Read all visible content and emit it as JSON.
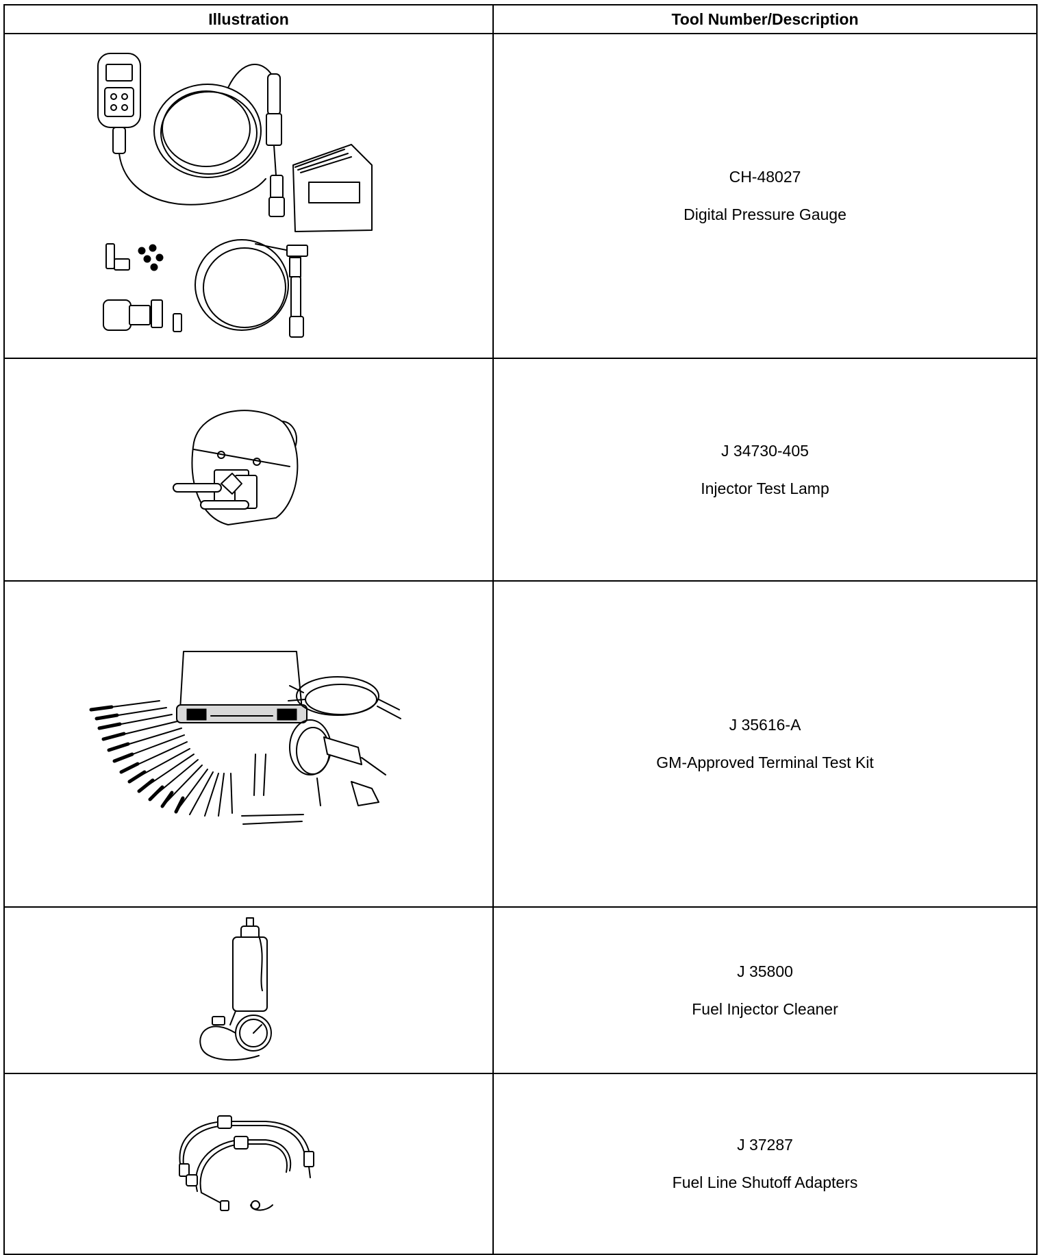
{
  "table": {
    "headers": {
      "illustration": "Illustration",
      "tool": "Tool Number/Description"
    },
    "rows": [
      {
        "number": "CH-48027",
        "description": "Digital Pressure Gauge",
        "icon": "digital-pressure-gauge-kit-icon"
      },
      {
        "number": "J 34730-405",
        "description": "Injector Test Lamp",
        "icon": "injector-test-lamp-icon"
      },
      {
        "number": "J 35616-A",
        "description": "GM-Approved Terminal Test Kit",
        "icon": "terminal-test-kit-icon"
      },
      {
        "number": "J 35800",
        "description": "Fuel Injector Cleaner",
        "icon": "fuel-injector-cleaner-icon"
      },
      {
        "number": "J 37287",
        "description": "Fuel Line Shutoff Adapters",
        "icon": "fuel-line-shutoff-adapters-icon"
      }
    ]
  }
}
